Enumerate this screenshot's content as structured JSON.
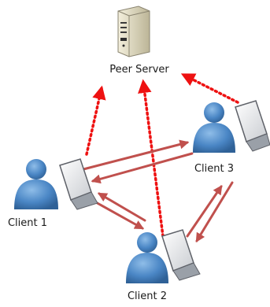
{
  "diagram": {
    "nodes": {
      "server": {
        "label": "Peer Server",
        "icon": "server-tower-icon"
      },
      "client1": {
        "label": "Client 1",
        "icon": "user-laptop-icon"
      },
      "client2": {
        "label": "Client 2",
        "icon": "user-laptop-icon"
      },
      "client3": {
        "label": "Client 3",
        "icon": "user-laptop-icon"
      }
    },
    "connections": [
      {
        "from": "client1",
        "to": "server",
        "style": "dotted"
      },
      {
        "from": "client2",
        "to": "server",
        "style": "dotted"
      },
      {
        "from": "client3",
        "to": "server",
        "style": "dotted"
      },
      {
        "from": "client1",
        "to": "client3",
        "style": "double-arrow"
      },
      {
        "from": "client1",
        "to": "client2",
        "style": "double-arrow"
      },
      {
        "from": "client2",
        "to": "client3",
        "style": "double-arrow"
      }
    ],
    "colors": {
      "signal": "#ee1111",
      "peer_link": "#c0504d",
      "person": "#4a86c5",
      "person_dark": "#2f6197",
      "server_body": "#d9d3b9"
    }
  }
}
